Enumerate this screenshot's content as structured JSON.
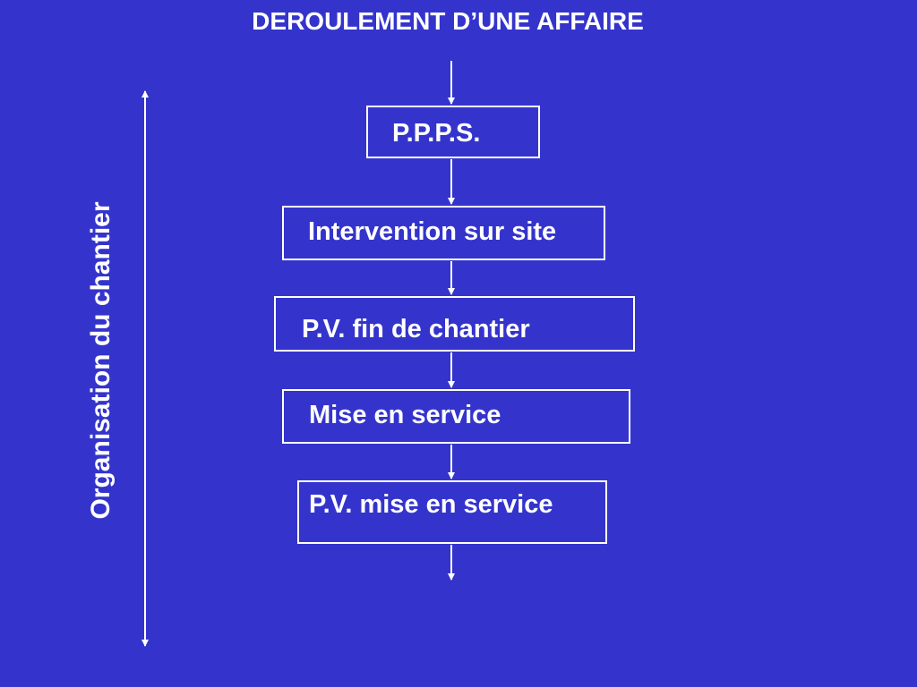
{
  "title": "DEROULEMENT D’UNE AFFAIRE",
  "side_label": "Organisation du chantier",
  "steps": [
    {
      "label": "P.P.P.S."
    },
    {
      "label": "Intervention sur site"
    },
    {
      "label": "P.V. fin de chantier"
    },
    {
      "label": "Mise en service"
    },
    {
      "label": "P.V. mise en service"
    }
  ],
  "colors": {
    "background": "#3434cc",
    "foreground": "#ffffff"
  }
}
